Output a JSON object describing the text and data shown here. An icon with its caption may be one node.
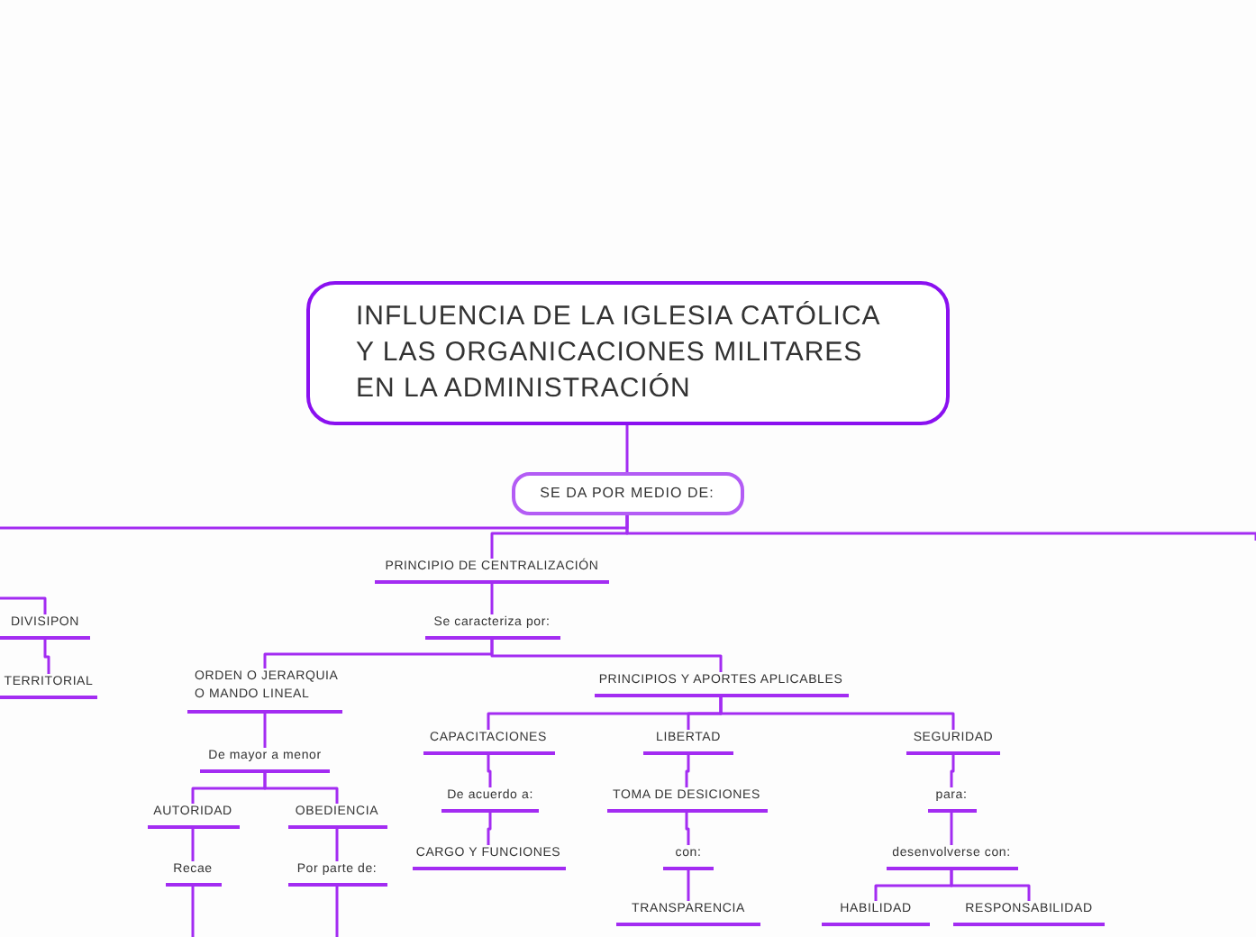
{
  "diagram": {
    "nodes": [
      {
        "text": [
          "INFLUENCIA DE LA IGLESIA CATÓLICA Y LAS ORGANICACIONES MILITARES EN LA ADMINISTRACIÓN"
        ]
      },
      {
        "text": [
          "SE DA POR MEDIO DE:"
        ]
      },
      {
        "text": [
          "DIVISIPON"
        ]
      },
      {
        "text": [
          "TERRITORIAL"
        ]
      },
      {
        "text": [
          "PRINCIPIO DE CENTRALIZACIÓN"
        ]
      },
      {
        "text": [
          "Se caracteriza por:"
        ]
      },
      {
        "text": [
          "ORDEN O JERARQUIA O MANDO LINEAL"
        ]
      },
      {
        "text": [
          "PRINCIPIOS Y APORTES APLICABLES"
        ]
      },
      {
        "text": [
          "De mayor a menor"
        ]
      },
      {
        "text": [
          "CAPACITACIONES"
        ]
      },
      {
        "text": [
          "LIBERTAD"
        ]
      },
      {
        "text": [
          "SEGURIDAD"
        ]
      },
      {
        "text": [
          "AUTORIDAD"
        ]
      },
      {
        "text": [
          "OBEDIENCIA"
        ]
      },
      {
        "text": [
          "De acuerdo a:"
        ]
      },
      {
        "text": [
          "TOMA DE DESICIONES"
        ]
      },
      {
        "text": [
          "para:"
        ]
      },
      {
        "text": [
          "CARGO Y FUNCIONES"
        ]
      },
      {
        "text": [
          "con:"
        ]
      },
      {
        "text": [
          "desenvolverse con:"
        ]
      },
      {
        "text": [
          "Recae"
        ]
      },
      {
        "text": [
          "Por parte de:"
        ]
      },
      {
        "text": [
          "TRANSPARENCIA"
        ]
      },
      {
        "text": [
          "HABILIDAD"
        ]
      },
      {
        "text": [
          "RESPONSABILIDAD"
        ]
      }
    ],
    "edges": [
      {
        "from": 0,
        "to": 1,
        "arrow": "none"
      },
      {
        "from": 1,
        "to": 4,
        "arrow": "none"
      },
      {
        "from": 1,
        "to": null,
        "arrow": "none"
      },
      {
        "from": 1,
        "to": null,
        "arrow": "none"
      },
      {
        "from": null,
        "to": 2,
        "arrow": "none"
      },
      {
        "from": 2,
        "to": 3,
        "arrow": "none"
      },
      {
        "from": 4,
        "to": 5,
        "arrow": "none"
      },
      {
        "from": 5,
        "to": 6,
        "arrow": "none"
      },
      {
        "from": 5,
        "to": 7,
        "arrow": "none"
      },
      {
        "from": 6,
        "to": 8,
        "arrow": "none"
      },
      {
        "from": 8,
        "to": 12,
        "arrow": "none"
      },
      {
        "from": 8,
        "to": 13,
        "arrow": "none"
      },
      {
        "from": 12,
        "to": 20,
        "arrow": "none"
      },
      {
        "from": 13,
        "to": 21,
        "arrow": "none"
      },
      {
        "from": 20,
        "to": null,
        "arrow": "none"
      },
      {
        "from": 21,
        "to": null,
        "arrow": "none"
      },
      {
        "from": 7,
        "to": 9,
        "arrow": "none"
      },
      {
        "from": 7,
        "to": 10,
        "arrow": "none"
      },
      {
        "from": 7,
        "to": 11,
        "arrow": "none"
      },
      {
        "from": 9,
        "to": 14,
        "arrow": "none"
      },
      {
        "from": 14,
        "to": 17,
        "arrow": "none"
      },
      {
        "from": 10,
        "to": 15,
        "arrow": "none"
      },
      {
        "from": 15,
        "to": 18,
        "arrow": "none"
      },
      {
        "from": 18,
        "to": 22,
        "arrow": "none"
      },
      {
        "from": 11,
        "to": 16,
        "arrow": "none"
      },
      {
        "from": 16,
        "to": 19,
        "arrow": "none"
      },
      {
        "from": 19,
        "to": 23,
        "arrow": "none"
      },
      {
        "from": 19,
        "to": 24,
        "arrow": "none"
      }
    ]
  }
}
